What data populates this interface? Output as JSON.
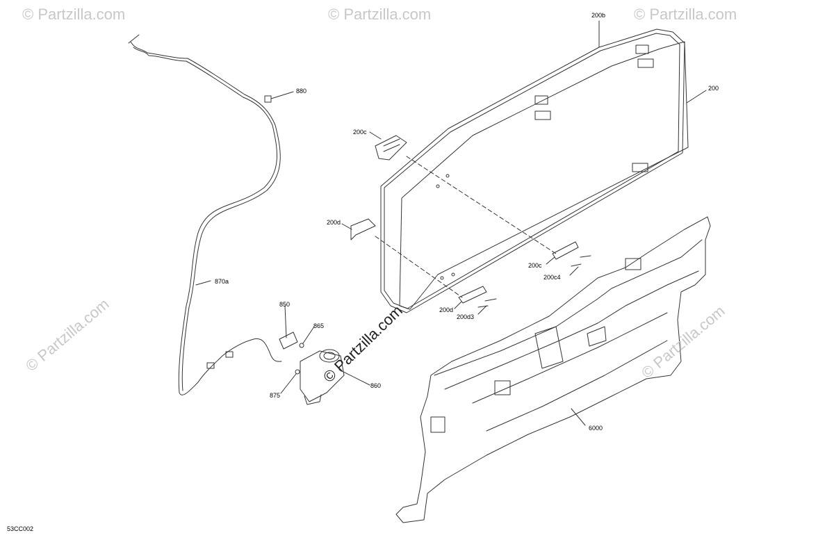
{
  "watermark": {
    "brand": "© Partzilla.com",
    "corner": "© Partzilla.com"
  },
  "diagram_code": "53CC002",
  "callouts": {
    "c200b": "200b",
    "c200": "200",
    "c880": "880",
    "c200c_top": "200c",
    "c200d_left": "200d",
    "c870a": "870a",
    "c200c_right": "200c",
    "c200c4": "200c4",
    "c850": "850",
    "c865": "865",
    "c200d_bottom": "200d",
    "c200d3": "200d3",
    "c860": "860",
    "c875": "875",
    "c6000": "6000"
  }
}
